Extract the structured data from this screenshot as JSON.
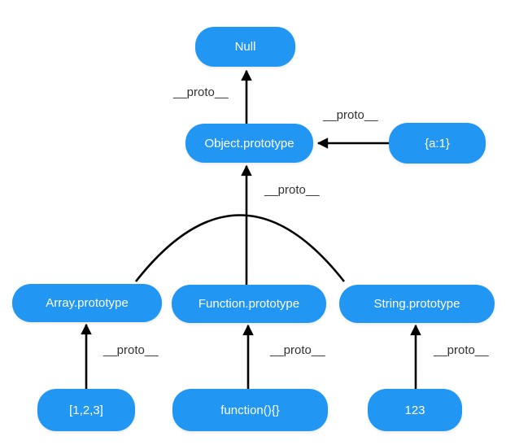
{
  "diagram": {
    "kind": "prototype-chain",
    "colors": {
      "background": "#ffffff",
      "node_fill": "#2196F3",
      "node_text": "#ffffff",
      "edge": "#000000",
      "edge_label": "#333333"
    },
    "nodes": [
      {
        "id": "null",
        "label": "Null"
      },
      {
        "id": "object-prototype",
        "label": "Object.prototype"
      },
      {
        "id": "object-literal",
        "label": "{a:1}"
      },
      {
        "id": "array-prototype",
        "label": "Array.prototype"
      },
      {
        "id": "function-prototype",
        "label": "Function.prototype"
      },
      {
        "id": "string-prototype",
        "label": "String.prototype"
      },
      {
        "id": "array-literal",
        "label": "[1,2,3]"
      },
      {
        "id": "function-literal",
        "label": "function(){}"
      },
      {
        "id": "number-literal",
        "label": "123"
      }
    ],
    "edges": [
      {
        "from": "Object.prototype",
        "to": "Null",
        "label": "__proto__"
      },
      {
        "from": "{a:1}",
        "to": "Object.prototype",
        "label": "__proto__"
      },
      {
        "from": "Function.prototype",
        "to": "Object.prototype",
        "label": "__proto__"
      },
      {
        "from": "Array.prototype",
        "to": "Object.prototype"
      },
      {
        "from": "String.prototype",
        "to": "Object.prototype"
      },
      {
        "from": "[1,2,3]",
        "to": "Array.prototype",
        "label": "__proto__"
      },
      {
        "from": "function(){}",
        "to": "Function.prototype",
        "label": "__proto__"
      },
      {
        "from": "123",
        "to": "String.prototype",
        "label": "__proto__"
      }
    ]
  }
}
